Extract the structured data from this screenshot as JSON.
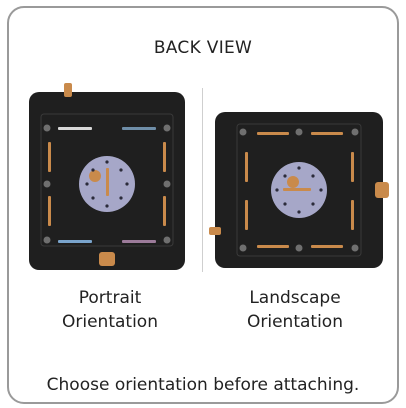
{
  "header": {
    "title": "BACK VIEW"
  },
  "options": [
    {
      "id": "portrait",
      "line1": "Portrait",
      "line2": "Orientation"
    },
    {
      "id": "landscape",
      "line1": "Landscape",
      "line2": "Orientation"
    }
  ],
  "footer": {
    "note": "Choose orientation before attaching."
  },
  "colors": {
    "plate": "#1f1f1f",
    "inner_outline": "#3a3a3a",
    "copper": "#c98a4b",
    "disc": "#a6a7c8",
    "screw": "#6f6f6f",
    "border": "#9a9a9a"
  },
  "icons": [
    "portrait-plate-icon",
    "landscape-plate-icon"
  ]
}
